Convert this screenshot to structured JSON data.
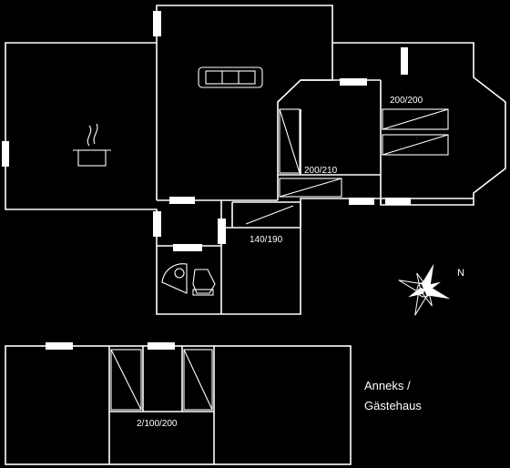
{
  "plan": {
    "labels": {
      "bed_upper_right": "200/200",
      "bed_center": "200/210",
      "bed_small": "140/190",
      "bed_annex": "2/100/200"
    },
    "annex_caption": {
      "line1": "Anneks /",
      "line2": "Gästehaus"
    },
    "compass_north": "N"
  }
}
